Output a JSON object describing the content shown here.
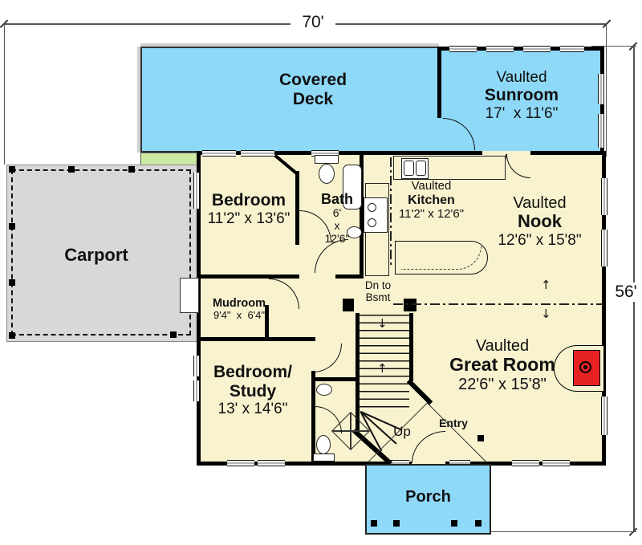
{
  "dimensions": {
    "width_label": "70'",
    "height_label": "56'"
  },
  "colors": {
    "deck": "#8ed8f8",
    "floor": "#f8f2cf",
    "carport": "#d8d8d8",
    "lawn": "#cdeaa5",
    "fireplace": "#e62320"
  },
  "rooms": {
    "covered_deck": {
      "line1": "Covered",
      "line2": "Deck"
    },
    "sunroom": {
      "prefix": "Vaulted",
      "name": "Sunroom",
      "dims": "17'  x 11'6\""
    },
    "carport": {
      "name": "Carport"
    },
    "bedroom": {
      "name": "Bedroom",
      "dims": "11'2\" x 13'6\""
    },
    "bath": {
      "name": "Bath",
      "dim_w": "6'",
      "dim_sep": "x",
      "dim_h": "12'6\""
    },
    "kitchen": {
      "prefix": "Vaulted",
      "name": "Kitchen",
      "dims": "11'2\" x 12'6\""
    },
    "nook": {
      "prefix": "Vaulted",
      "name": "Nook",
      "dims": "12'6\" x 15'8\""
    },
    "mudroom": {
      "name": "Mudroom",
      "dims": "9'4\"  x  6'4\""
    },
    "bedroom_study": {
      "line1": "Bedroom/",
      "line2": "Study",
      "dims": "13' x 14'6\""
    },
    "great_room": {
      "prefix": "Vaulted",
      "name": "Great Room",
      "dims": "22'6\" x 15'8\""
    },
    "porch": {
      "name": "Porch"
    }
  },
  "annotations": {
    "down_to_basement_line1": "Dn to",
    "down_to_basement_line2": "Bsmt",
    "stairs_up": "Up",
    "entry": "Entry",
    "ridge_arrow_up": "↑",
    "ridge_arrow_down": "↓",
    "stair_arrow_down": "↓",
    "stair_arrow_up": "↑"
  }
}
